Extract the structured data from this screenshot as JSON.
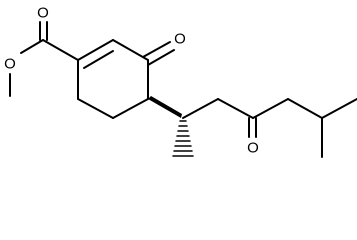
{
  "molecule": {
    "atoms": {
      "o_ester_carbonyl": "O",
      "o_ester_ether": "O",
      "o_ring_ketone": "O",
      "o_chain_ketone": "O"
    }
  }
}
